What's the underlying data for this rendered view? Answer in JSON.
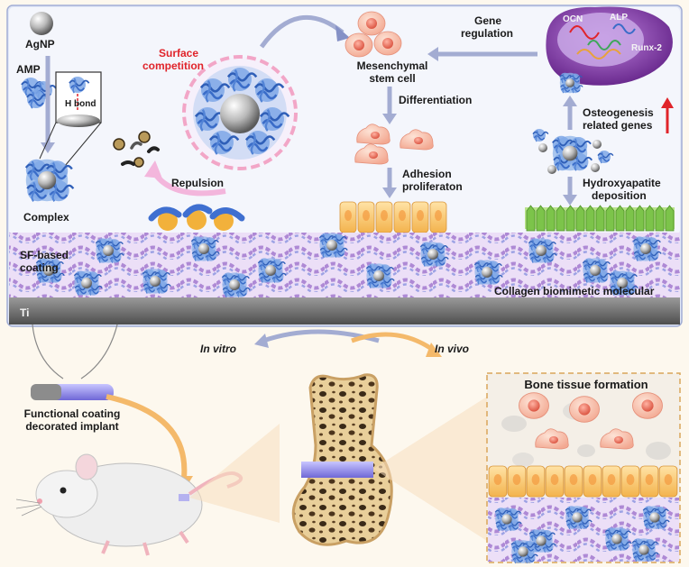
{
  "labels": {
    "agnp": "AgNP",
    "amp": "AMP",
    "h_bond": "H bond",
    "complex": "Complex",
    "surface_competition_1": "Surface",
    "surface_competition_2": "competition",
    "repulsion": "Repulsion",
    "msc_1": "Mesenchymal",
    "msc_2": "stem cell",
    "gene_regulation_1": "Gene",
    "gene_regulation_2": "regulation",
    "differentiation": "Differentiation",
    "adhesion_1": "Adhesion",
    "adhesion_2": "proliferaton",
    "ocn": "OCN",
    "alp": "ALP",
    "runx2": "Runx-2",
    "osteogenesis_1": "Osteogenesis",
    "osteogenesis_2": "related genes",
    "hydroxyapatite_1": "Hydroxyapatite",
    "hydroxyapatite_2": "deposition",
    "sf_coating_1": "SF-based",
    "sf_coating_2": "coating",
    "collagen": "Collagen biomimetic molecular",
    "ti": "Ti",
    "in_vitro": "In vitro",
    "in_vivo": "In vivo",
    "implant_1": "Functional coating",
    "implant_2": "decorated implant",
    "bone_tissue": "Bone tissue formation"
  },
  "colors": {
    "panel_bg": "#dfe6f7",
    "panel_border": "#9aa6cf",
    "ti_bar": "#6e6e6e",
    "peptide_blue": "#5b8fd8",
    "silver": "#b5b5b5",
    "cell_pink": "#f7c6b5",
    "cell_nucleus": "#ea6b57",
    "cell_orange": "#f8c870",
    "hydroxyapatite_green": "#8ccf52",
    "collagen_purple": "#a77fd1",
    "arrow_grey": "#a3acd2",
    "arrow_orange": "#f4b96a",
    "red": "#e0242a",
    "bone_tan": "#d8b877",
    "purple_cell": "#7a2ea0"
  },
  "icons": [
    "agnp-sphere-icon",
    "amp-helix-icon",
    "complex-icon",
    "stem-cell-icon",
    "mouse-icon",
    "femur-icon",
    "implant-icon",
    "up-arrow-icon"
  ]
}
